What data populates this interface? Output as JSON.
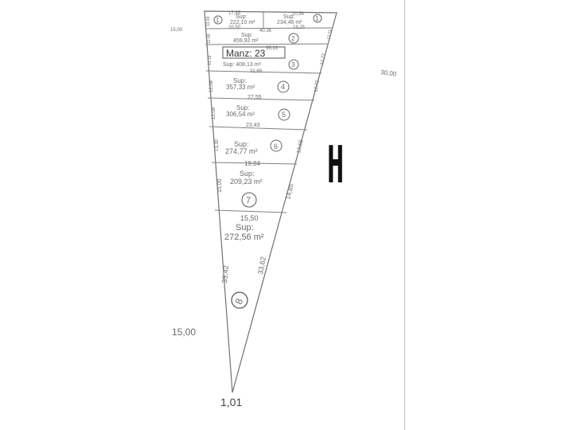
{
  "sheet": {
    "block_label": "Manz: 23",
    "big_letter": "H",
    "apex_value": "1,01",
    "outer_left_top": "15,00",
    "outer_right_top": "30,00",
    "outer_left_bottom": "15,00"
  },
  "lots": [
    {
      "number": "1",
      "sup_label": "Sup:",
      "area": "234,46 m²"
    },
    {
      "number": "1",
      "sup_label": "Sup:",
      "area": "222,10 m²"
    },
    {
      "number": "2",
      "sup_label": "Sup:",
      "area": "459,92 m²"
    },
    {
      "number": "3",
      "sup_label": "Sup:",
      "area": "408,13 m²"
    },
    {
      "number": "4",
      "sup_label": "Sup:",
      "area": "357,33 m²"
    },
    {
      "number": "5",
      "sup_label": "Sup:",
      "area": "306,54 m²"
    },
    {
      "number": "6",
      "sup_label": "Sup:",
      "area": "274,77 m²"
    },
    {
      "number": "7",
      "sup_label": "Sup:",
      "area": "209,23 m²"
    },
    {
      "number": "8",
      "sup_label": "Sup:",
      "area": "272,56 m²"
    }
  ],
  "dimensions": {
    "top_left": "17,95",
    "top_right": "20,54",
    "d1": "20,50",
    "d2": "40,36",
    "d3": "19,25",
    "d4": "36,13",
    "d5": "31,69",
    "d6": "27,55",
    "d7": "23,43",
    "d8": "19,84",
    "d9": "15,50",
    "left_side": "33,42",
    "right_side": "33,62",
    "left_1": "13,93",
    "left_2": "12,48",
    "left_3": "12,18",
    "left_4": "12,08",
    "left_5": "13,30",
    "left_6": "15,00",
    "right_1": "13,73",
    "right_2": "12,72",
    "right_3": "12,72",
    "right_4": "13,65",
    "right_5": "14,85"
  }
}
